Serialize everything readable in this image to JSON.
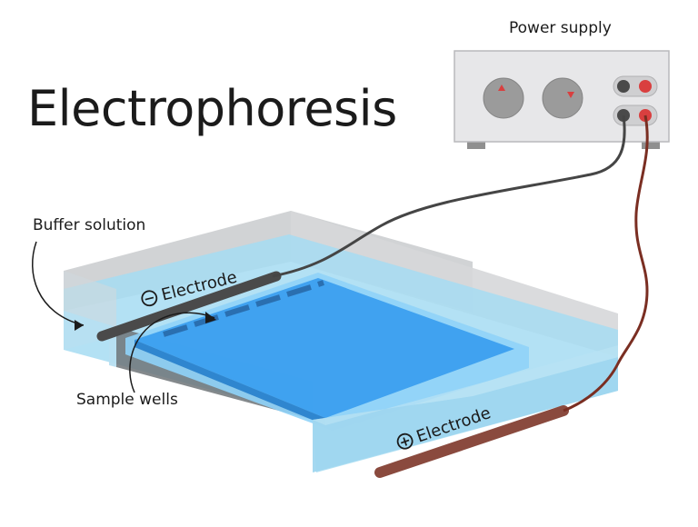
{
  "title": "Electrophoresis",
  "labels": {
    "power_supply": "Power supply",
    "buffer_solution": "Buffer solution",
    "sample_wells": "Sample wells",
    "negative_electrode": "Electrode",
    "positive_electrode": "Electrode"
  },
  "symbols": {
    "negative": "−",
    "positive": "+"
  },
  "colors": {
    "gel": "#3b9fef",
    "buffer": "#a6dcf2",
    "tank": "#cdcfd2",
    "power_supply_body": "#e7e7e9",
    "knob": "#9b9b9b",
    "indicator_red": "#d93f3f",
    "negative_wire": "#444444",
    "positive_wire": "#7a2e22",
    "electrode_negative": "#555555",
    "electrode_positive": "#8a4a3e"
  }
}
